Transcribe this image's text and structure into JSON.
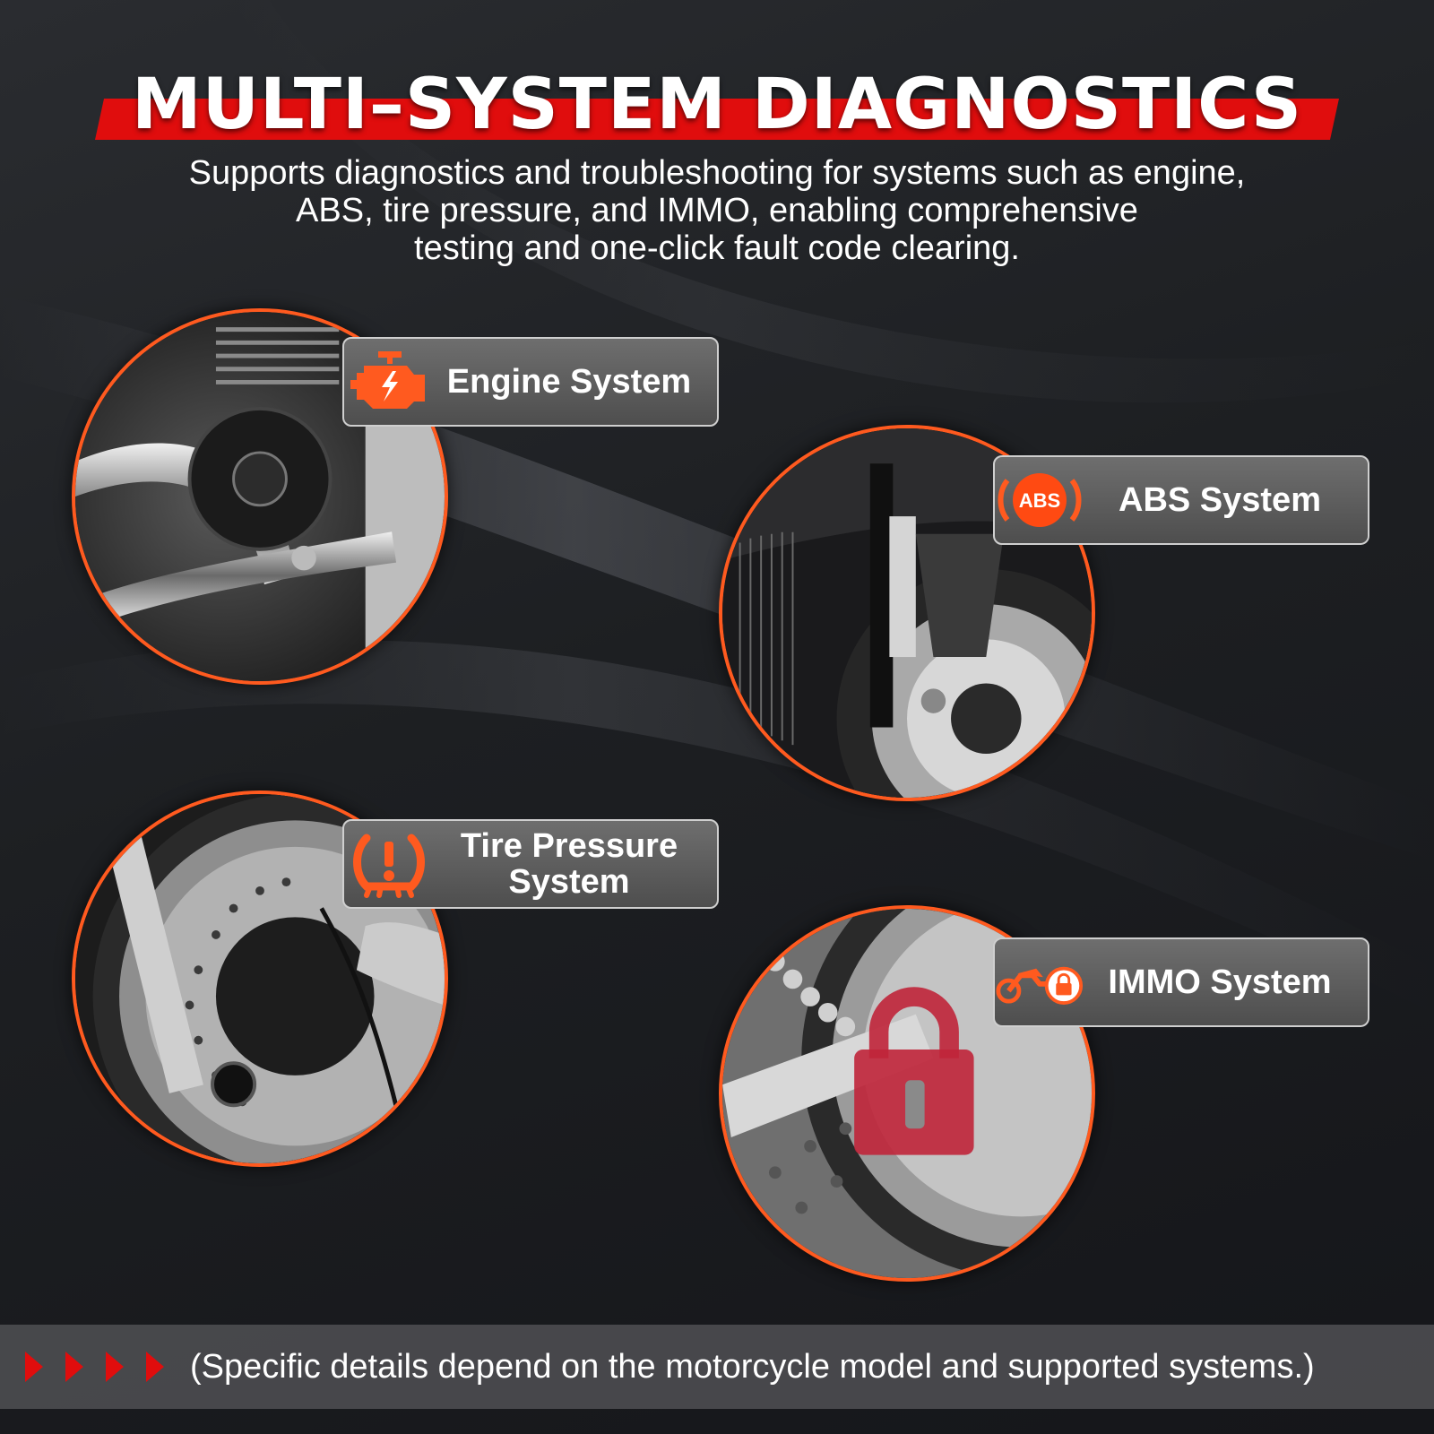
{
  "header": {
    "title": "MULTI–SYSTEM DIAGNOSTICS",
    "subtitle_lines": [
      "Supports diagnostics and troubleshooting for systems such as engine,",
      "ABS, tire pressure, and IMMO, enabling comprehensive",
      "testing and one-click fault code clearing."
    ]
  },
  "systems": [
    {
      "label": "Engine System",
      "icon": "engine-icon"
    },
    {
      "label": "ABS System",
      "icon": "abs-icon",
      "icon_text": "ABS"
    },
    {
      "label_lines": [
        "Tire Pressure",
        "System"
      ],
      "icon": "tire-pressure-icon"
    },
    {
      "label": "IMMO System",
      "icon": "immo-icon"
    }
  ],
  "footer": {
    "note": "(Specific details depend on the motorcycle model and supported systems.)"
  },
  "colors": {
    "accent_red": "#e00d0d",
    "accent_orange": "#ff5a1f",
    "label_bg": "#5c5c5c"
  }
}
